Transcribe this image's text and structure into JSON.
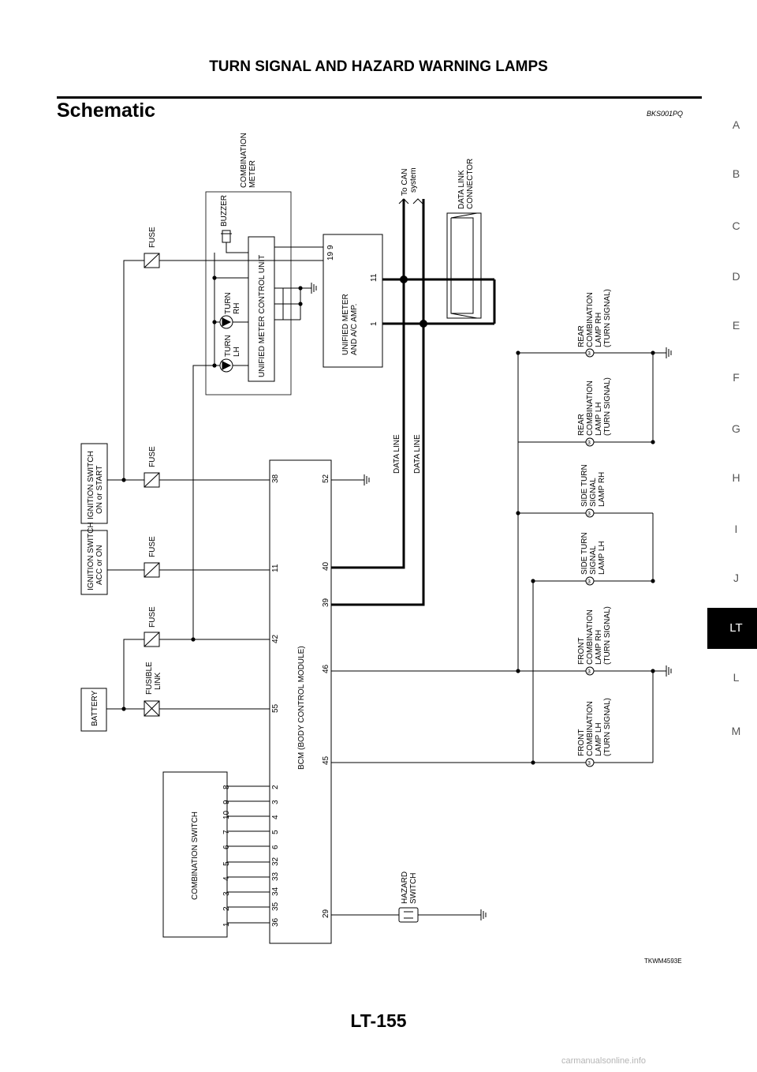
{
  "header": {
    "title": "TURN SIGNAL AND HAZARD WARNING LAMPS"
  },
  "section": {
    "title": "Schematic",
    "id": "BKS001PQ"
  },
  "side_tabs": [
    "A",
    "B",
    "C",
    "D",
    "E",
    "F",
    "G",
    "H",
    "I",
    "J",
    "LT",
    "L",
    "M"
  ],
  "active_tab": "LT",
  "labels": {
    "combination_meter": [
      "COMBINATION",
      "METER"
    ],
    "buzzer": "BUZZER",
    "meter_control_unit": "UNIFIED METER CONTROL UNIT",
    "turn_lh": [
      "TURN",
      "LH"
    ],
    "turn_rh": [
      "TURN",
      "RH"
    ],
    "meter_ac_amp": [
      "UNIFIED METER",
      "AND A/C AMP."
    ],
    "can_system": [
      "To CAN",
      "system"
    ],
    "dlc": [
      "DATA LINK",
      "CONNECTOR"
    ],
    "data_line": "DATA LINE",
    "fuse": "FUSE",
    "fusible_link": [
      "FUSIBLE",
      "LINK"
    ],
    "battery": "BATTERY",
    "ign_acc": [
      "IGNITION SWITCH",
      "ACC or ON"
    ],
    "ign_start": [
      "IGNITION SWITCH",
      "ON or START"
    ],
    "bcm": "BCM (BODY CONTROL MODULE)",
    "combination_switch": "COMBINATION SWITCH",
    "hazard_switch": [
      "HAZARD",
      "SWITCH"
    ],
    "rear_rh": [
      "REAR",
      "COMBINATION",
      "LAMP RH",
      "(TURN SIGNAL)"
    ],
    "rear_lh": [
      "REAR",
      "COMBINATION",
      "LAMP LH",
      "(TURN SIGNAL)"
    ],
    "side_rh": [
      "SIDE TURN",
      "SIGNAL",
      "LAMP RH"
    ],
    "side_lh": [
      "SIDE TURN",
      "SIGNAL",
      "LAMP LH"
    ],
    "front_rh": [
      "FRONT",
      "COMBINATION",
      "LAMP RH",
      "(TURN SIGNAL)"
    ],
    "front_lh": [
      "FRONT",
      "COMBINATION",
      "LAMP LH",
      "(TURN SIGNAL)"
    ],
    "diagram_id": "TKWM4593E"
  },
  "pins": {
    "meter_ac_amp": [
      "19",
      "9",
      "11",
      "1"
    ],
    "bcm_top": [
      "38",
      "11",
      "42",
      "55"
    ],
    "bcm_bottom": [
      "52",
      "40",
      "39",
      "46",
      "45",
      "29"
    ],
    "bcm_switch": [
      "2",
      "3",
      "4",
      "5",
      "6",
      "32",
      "33",
      "34",
      "35",
      "36"
    ],
    "comb_switch": [
      "8",
      "9",
      "10",
      "7",
      "6",
      "5",
      "4",
      "3",
      "2",
      "1"
    ],
    "lamp_connector": "3"
  },
  "footer": {
    "page": "LT-155"
  },
  "watermark": "carmanualsonline.info"
}
